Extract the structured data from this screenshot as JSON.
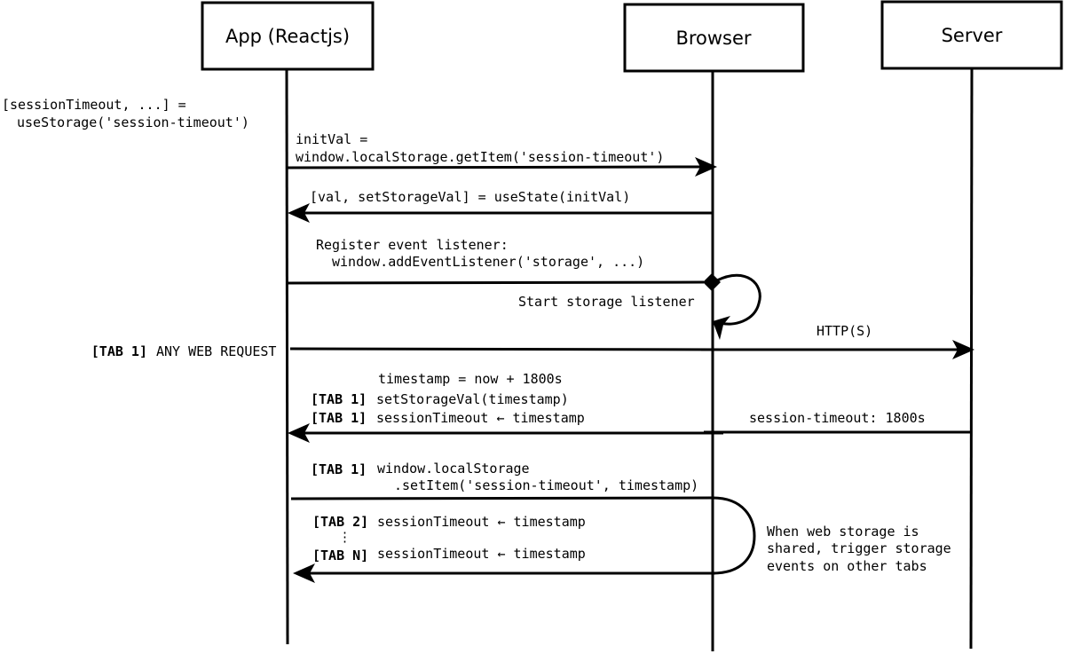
{
  "participants": {
    "app": "App (Reactjs)",
    "browser": "Browser",
    "server": "Server"
  },
  "notes": {
    "use_storage_line1": "[sessionTimeout, ...] =",
    "use_storage_line2": "useStorage('session-timeout')"
  },
  "messages": {
    "init_val_line1": "initVal =",
    "init_val_line2": "window.localStorage.getItem('session-timeout')",
    "use_state": "[val, setStorageVal] = useState(initVal)",
    "register_line1": "Register event listener:",
    "register_line2": "window.addEventListener('storage', ...)",
    "start_listener": "Start storage listener",
    "any_request_tag": "[TAB 1]",
    "any_request": "ANY WEB REQUEST",
    "http": "HTTP(S)",
    "timestamp_calc": "timestamp = now + 1800s",
    "tab1_tag": "[TAB 1]",
    "set_storage_val": "setStorageVal(timestamp)",
    "session_timeout_assign": "sessionTimeout ← timestamp",
    "session_timeout_header": "session-timeout: 1800s",
    "local_storage_line1": "window.localStorage",
    "local_storage_line2": ".setItem('session-timeout', timestamp)",
    "tab2_tag": "[TAB 2]",
    "ellipsis": "⋮",
    "tabn_tag": "[TAB N]",
    "shared_line1": "When web storage is",
    "shared_line2": "shared, trigger storage",
    "shared_line3": "events on other tabs"
  }
}
